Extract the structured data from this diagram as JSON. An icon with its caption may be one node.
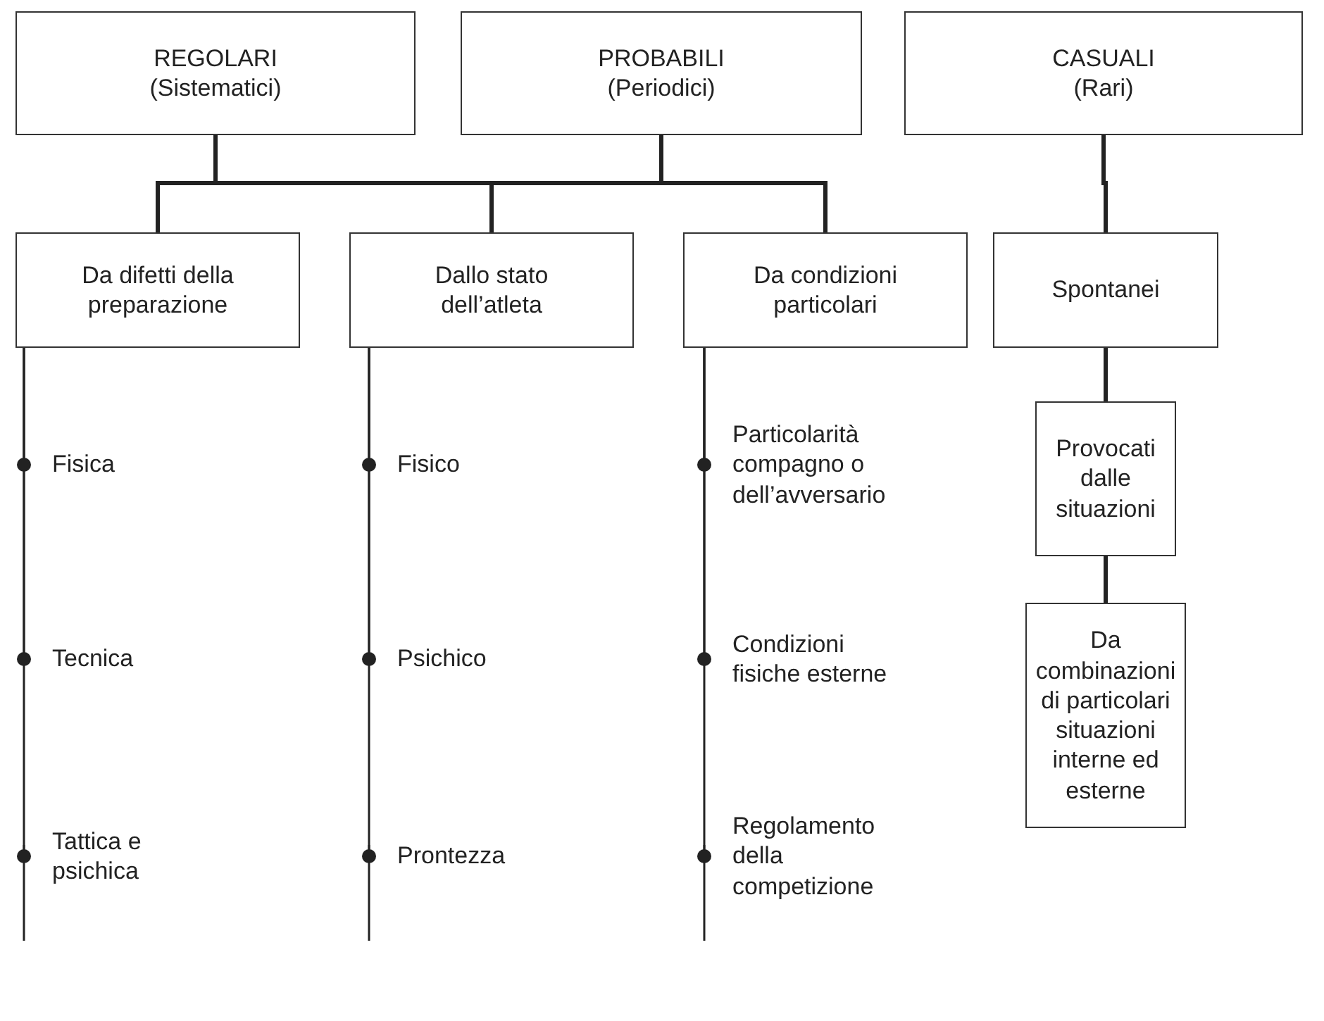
{
  "diagram": {
    "nodes": [
      {
        "text": [
          "REGOLARI (Sistematici)"
        ]
      },
      {
        "text": [
          "PROBABILI (Periodici)"
        ]
      },
      {
        "text": [
          "CASUALI (Rari)"
        ]
      },
      {
        "text": [
          "Da difetti della preparazione"
        ]
      },
      {
        "text": [
          "Dallo stato dell’atleta"
        ]
      },
      {
        "text": [
          "Da condizioni particolari"
        ]
      },
      {
        "text": [
          "Spontanei"
        ]
      },
      {
        "text": [
          "Provocati dalle situazioni"
        ]
      },
      {
        "text": [
          "Da combinazioni di particolari situazioni interne ed esterne"
        ]
      },
      {
        "text": [
          "Fisica"
        ]
      },
      {
        "text": [
          "Tecnica"
        ]
      },
      {
        "text": [
          "Tattica e psichica"
        ]
      },
      {
        "text": [
          "Fisico"
        ]
      },
      {
        "text": [
          "Psichico"
        ]
      },
      {
        "text": [
          "Prontezza"
        ]
      },
      {
        "text": [
          "Particolarità compagno o dell’avversario"
        ]
      },
      {
        "text": [
          "Condizioni fisiche esterne"
        ]
      },
      {
        "text": [
          "Regolamento della competizione"
        ]
      }
    ],
    "edges": [
      {
        "from": 0,
        "to": 3,
        "arrow": "none",
        "style": "thick"
      },
      {
        "from": 0,
        "to": 4,
        "arrow": "none",
        "style": "thick"
      },
      {
        "from": 0,
        "to": 5,
        "arrow": "none",
        "style": "thick"
      },
      {
        "from": 1,
        "to": 3,
        "arrow": "none",
        "style": "thick"
      },
      {
        "from": 1,
        "to": 4,
        "arrow": "none",
        "style": "thick"
      },
      {
        "from": 1,
        "to": 5,
        "arrow": "none",
        "style": "thick"
      },
      {
        "from": 2,
        "to": 6,
        "arrow": "none",
        "style": "thick"
      },
      {
        "from": 6,
        "to": 7,
        "arrow": "none",
        "style": "thick"
      },
      {
        "from": 7,
        "to": 8,
        "arrow": "none",
        "style": "thick"
      },
      {
        "from": 3,
        "to": 9,
        "arrow": "other"
      },
      {
        "from": 3,
        "to": 10,
        "arrow": "other"
      },
      {
        "from": 3,
        "to": 11,
        "arrow": "other"
      },
      {
        "from": 4,
        "to": 12,
        "arrow": "other"
      },
      {
        "from": 4,
        "to": 13,
        "arrow": "other"
      },
      {
        "from": 4,
        "to": 14,
        "arrow": "other"
      },
      {
        "from": 5,
        "to": 15,
        "arrow": "other"
      },
      {
        "from": 5,
        "to": 16,
        "arrow": "other"
      },
      {
        "from": 5,
        "to": 17,
        "arrow": "other"
      }
    ]
  }
}
